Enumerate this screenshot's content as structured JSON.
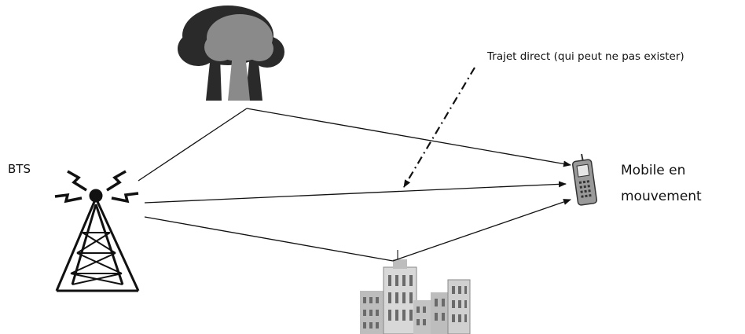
{
  "labels": {
    "bts": "BTS",
    "direct_path": "Trajet direct (qui peut ne pas exister)",
    "mobile_line1": "Mobile en",
    "mobile_line2": "mouvement"
  },
  "icons": {
    "tower": "radio-tower-icon",
    "trees": "trees-icon",
    "buildings": "buildings-icon",
    "phone": "mobile-phone-icon"
  },
  "colors": {
    "ink": "#111111",
    "tree_dark": "#2a2a2a",
    "tree_light": "#8a8a8a",
    "building": "#c8c8c8",
    "window": "#6a6a6a",
    "phone": "#9a9a9a"
  }
}
